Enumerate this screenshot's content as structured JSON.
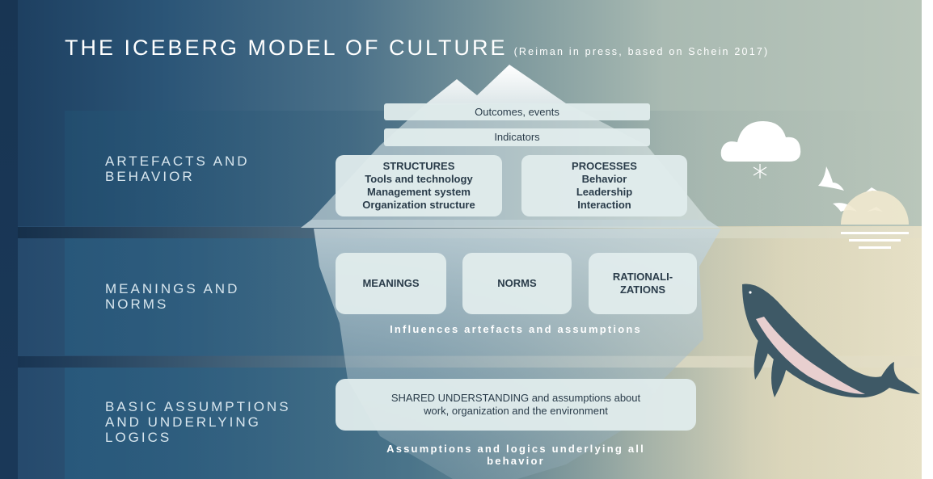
{
  "title": {
    "main_plain": "THE ICEBERG MOD",
    "main_emph": "EL OF CULTURE",
    "source": "(Reiman in press, based on Schein 2017)"
  },
  "layers": [
    {
      "label": "ARTEFACTS AND\nBEHAVIOR"
    },
    {
      "label": "MEANINGS AND\nNORMS"
    },
    {
      "label": "BASIC ASSUMPTIONS\nAND UNDERLYING\nLOGICS"
    }
  ],
  "boxes": {
    "outcomes": "Outcomes, events",
    "indicators": "Indicators",
    "structures": "STRUCTURES\nTools and technology\nManagement system\nOrganization structure",
    "processes": "PROCESSES\nBehavior\nLeadership\nInteraction",
    "meanings": "MEANINGS",
    "norms": "NORMS",
    "rationalizations": "RATIONALI-\nZATIONS",
    "shared": "SHARED UNDERSTANDING and assumptions about\nwork, organization and the environment"
  },
  "captions": {
    "middle": "Influences artefacts and assumptions",
    "bottom": "Assumptions and logics underlying all\nbehavior"
  },
  "colors": {
    "deep_blue": "#1c3d5e",
    "sky_sage": "#b9c6ba",
    "sand": "#e6e0c6",
    "box_fill": "#e0ecec",
    "box_text": "#2a3c4a",
    "whale": "#3e5966",
    "whale_belly": "#e8cfcf"
  },
  "icons": [
    "iceberg-icon",
    "cloud-icon",
    "snowflake-icon",
    "bird-icon",
    "sun-icon",
    "whale-icon"
  ]
}
